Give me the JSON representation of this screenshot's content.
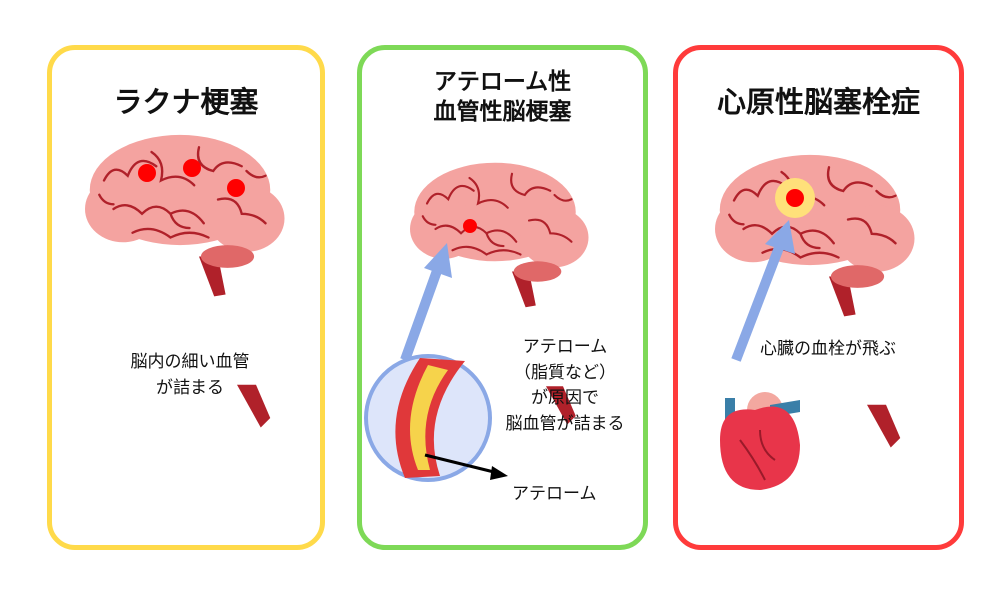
{
  "colors": {
    "lacunar": "#FFDA4A",
    "atherothrombotic": "#7ED957",
    "cardioembolic": "#FF3B3B",
    "brain": "#F4A3A0",
    "vessel": "#B0212A",
    "dot": "#FF0000",
    "arrow": "#8AA8E6"
  },
  "panels": [
    {
      "title": "ラクナ梗塞",
      "caption_lines": [
        "脳内の細い血管",
        "が詰まる"
      ]
    },
    {
      "title_lines": [
        "アテローム性",
        "血管性脳梗塞"
      ],
      "caption_lines": [
        "アテローム",
        "（脂質など）",
        "が原因で",
        "脳血管が詰まる"
      ],
      "pointer_label": "アテローム"
    },
    {
      "title": "心原性脳塞栓症",
      "caption": "心臓の血栓が飛ぶ"
    }
  ]
}
